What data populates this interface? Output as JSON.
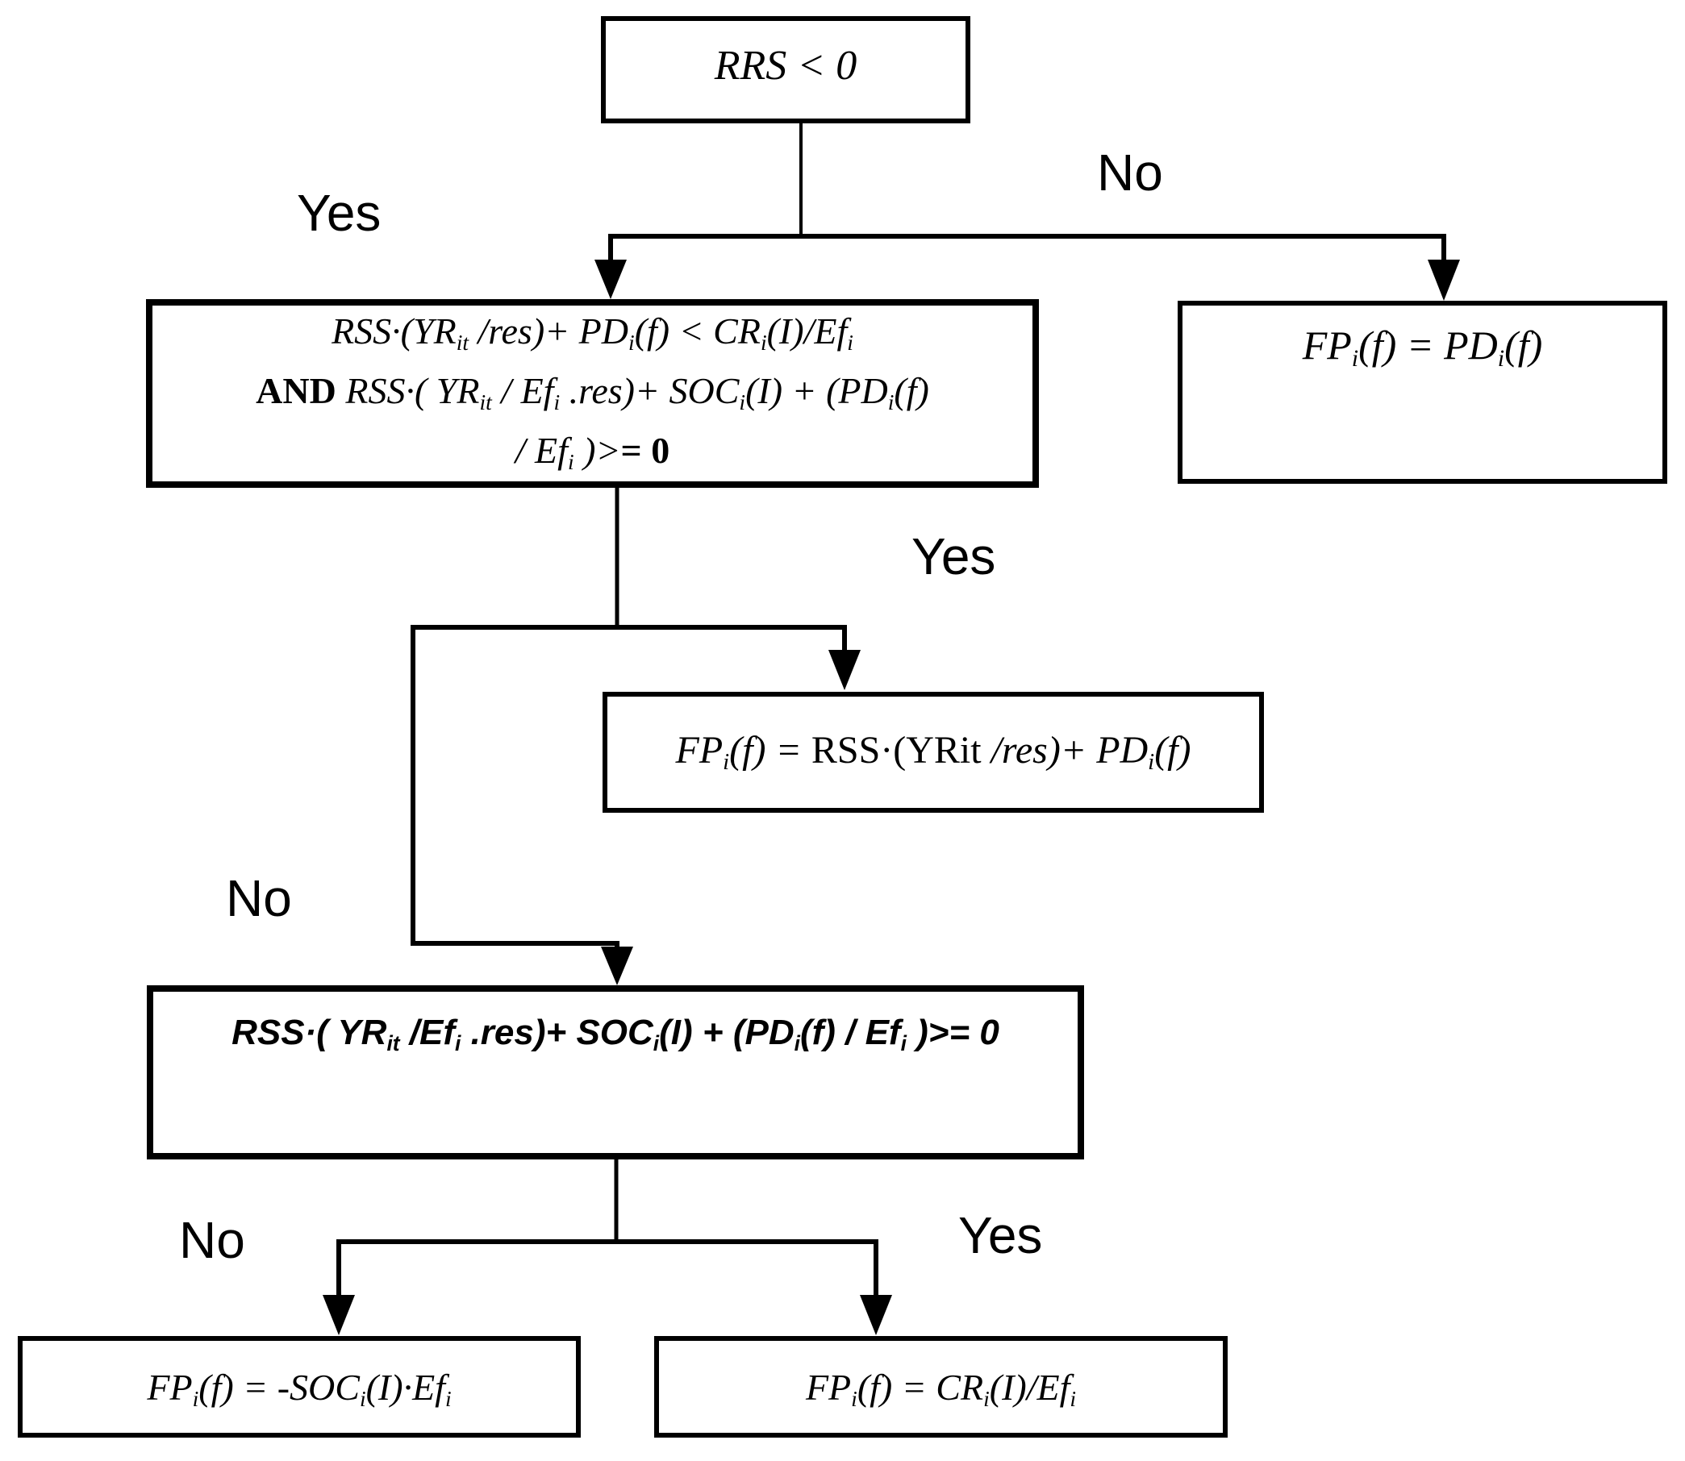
{
  "labels": {
    "branch1_yes": "Yes",
    "branch1_no": "No",
    "branch2_yes": "Yes",
    "branch2_no": "No",
    "branch3_no": "No",
    "branch3_yes": "Yes"
  },
  "boxes": {
    "root": {
      "text": "RRS < 0"
    },
    "cond1": {
      "line1": {
        "s0": "RSS·(YR",
        "sub0": "it",
        "s1": " /res)+ PD",
        "sub1": "i",
        "s2": "(f) < CR",
        "sub2": "i",
        "s3": "(I)/Ef",
        "sub3": "i"
      },
      "line2": {
        "and": "AND ",
        "s0": "RSS·( YR",
        "sub0": "it",
        "s1": " / Ef",
        "sub1": "i",
        "s2": " .res)+ SOC",
        "sub2": "i",
        "s3": "(I) + (PD",
        "sub3": "i",
        "s4": "(f)"
      },
      "line3": {
        "s0": "/ Ef",
        "sub0": "i",
        "s1": " )>",
        "eq": "= 0"
      }
    },
    "no1_result": {
      "s0": "FP",
      "sub0": "i",
      "s1": "(f) = PD",
      "sub1": "i",
      "s2": "(f)"
    },
    "yes2_result": {
      "s0": "FP",
      "sub0": "i",
      "s1": "(f) = ",
      "roman": "RSS·(YRit ",
      "s2": "/res)+ PD",
      "sub2": "i",
      "s3": "(f)"
    },
    "cond2": {
      "s0": "RSS·( YR",
      "sub0": "it",
      "s1": " /Ef",
      "sub1": "i",
      "s2": " .res)+ SOC",
      "sub2": "i",
      "s3": "(I) + (PD",
      "sub3": "i",
      "s4": "(f) / Ef",
      "sub4": "i",
      "s5": " )>= 0"
    },
    "no3_result": {
      "s0": "FP",
      "sub0": "i",
      "s1": "(f) = -SOC",
      "sub1": "i",
      "s2": "(I)·Ef",
      "sub2": "i"
    },
    "yes3_result": {
      "s0": "FP",
      "sub0": "i",
      "s1": "(f) = CR",
      "sub1": "i",
      "s2": "(I)/Ef",
      "sub2": "i"
    }
  },
  "colors": {
    "line": "#000000",
    "box_border": "#000000",
    "background": "#ffffff",
    "text": "#000000"
  }
}
